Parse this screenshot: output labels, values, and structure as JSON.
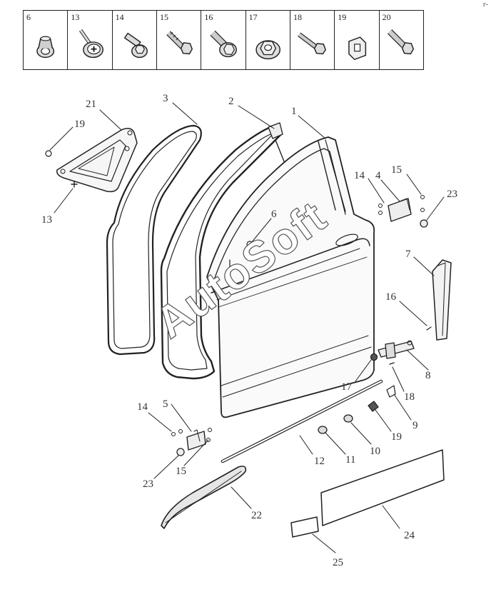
{
  "fastener_table": [
    {
      "number": "6",
      "icon": "flanged-nut-icon"
    },
    {
      "number": "13",
      "icon": "phillips-washer-screw-icon"
    },
    {
      "number": "14",
      "icon": "flange-bolt-icon"
    },
    {
      "number": "15",
      "icon": "hex-bolt-icon"
    },
    {
      "number": "16",
      "icon": "flange-bolt-icon"
    },
    {
      "number": "17",
      "icon": "hex-flange-nut-icon"
    },
    {
      "number": "18",
      "icon": "hex-bolt-icon"
    },
    {
      "number": "19",
      "icon": "clip-icon"
    },
    {
      "number": "20",
      "icon": "hex-bolt-icon"
    }
  ],
  "callouts": {
    "door_panel": "1",
    "inner_weatherstrip": "2",
    "outer_weatherstrip": "3",
    "upper_hinge": "4",
    "lower_hinge": "5",
    "window_nut": "6",
    "rear_channel": "7",
    "door_check": "8",
    "check_clip": "9",
    "fastener_10": "10",
    "fastener_11": "11",
    "lower_strip": "12",
    "bracket_screw": "13",
    "upper_hinge_bolt": "14",
    "upper_hinge_bolt_b": "15",
    "channel_bolt": "16",
    "check_nut": "17",
    "check_bolt": "18",
    "bracket_clip": "19",
    "clip_19b": "19",
    "triangle_bracket": "21",
    "trim_molding": "22",
    "upper_hinge_nut": "23",
    "lower_hinge_nut": "23",
    "protective_film": "24",
    "small_film": "25",
    "lower_hinge_bolt": "14",
    "lower_hinge_bolt_b": "15"
  },
  "watermark": "AutoSoft",
  "corner_mark": "r-"
}
